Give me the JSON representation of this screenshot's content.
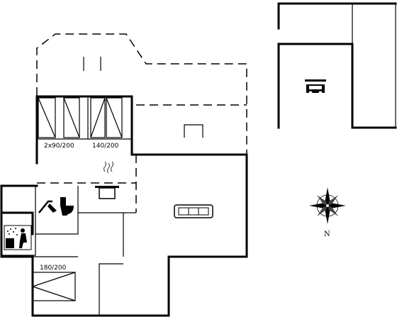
{
  "plan": {
    "bedroom_a_bed_label": "2x90/200",
    "bedroom_b_bed_label": "140/200",
    "bedroom_c_bed_label": "180/200",
    "compass_north_label": "N"
  },
  "icons": {
    "shower": "shower-icon",
    "toilet": "toilet-icon",
    "sauna": "sauna-icon",
    "kitchen": "cooking-pot-icon",
    "sofa": "sofa-icon",
    "carport": "car-icon",
    "compass": "compass-rose-icon"
  }
}
